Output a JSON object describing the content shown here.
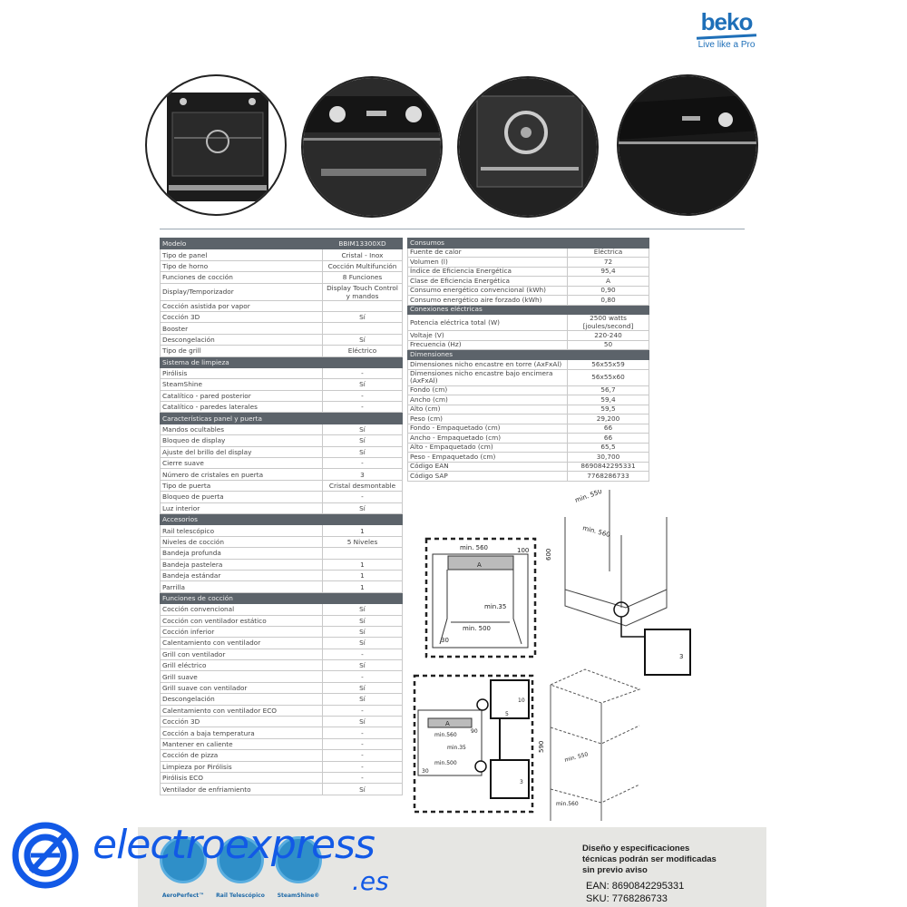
{
  "brand": {
    "name": "beko",
    "tagline": "Live like a Pro",
    "color": "#1e6fb8"
  },
  "left_table": [
    {
      "header": true,
      "label": "Modelo",
      "value": "BBIM13300XD"
    },
    {
      "label": "Tipo de panel",
      "value": "Cristal - Inox"
    },
    {
      "label": "Tipo de horno",
      "value": "Cocción Multifunción"
    },
    {
      "label": "Funciones de cocción",
      "value": "8 Funciones"
    },
    {
      "label": "Display/Temporizador",
      "value": "Display Touch Control y mandos"
    },
    {
      "label": "Cocción asistida por vapor",
      "value": ""
    },
    {
      "label": "Cocción 3D",
      "value": "Sí"
    },
    {
      "label": "Booster",
      "value": ""
    },
    {
      "label": "Descongelación",
      "value": "Sí"
    },
    {
      "label": "Tipo de grill",
      "value": "Eléctrico"
    },
    {
      "header": true,
      "label": "Sistema de limpieza",
      "value": ""
    },
    {
      "label": "Pirólisis",
      "value": "-"
    },
    {
      "label": "SteamShine",
      "value": "Sí"
    },
    {
      "label": "Catalítico - pared posterior",
      "value": "-"
    },
    {
      "label": "Catalítico - paredes laterales",
      "value": "-"
    },
    {
      "header": true,
      "label": "Características panel y puerta",
      "value": ""
    },
    {
      "label": "Mandos ocultables",
      "value": "Sí"
    },
    {
      "label": "Bloqueo de display",
      "value": "Sí"
    },
    {
      "label": "Ajuste del brillo del display",
      "value": "Sí"
    },
    {
      "label": "Cierre suave",
      "value": "-"
    },
    {
      "label": "Número de cristales en puerta",
      "value": "3"
    },
    {
      "label": "Tipo de puerta",
      "value": "Cristal desmontable"
    },
    {
      "label": "Bloqueo de puerta",
      "value": "-"
    },
    {
      "label": "Luz interior",
      "value": "Sí"
    },
    {
      "header": true,
      "label": "Accesorios",
      "value": ""
    },
    {
      "label": "Rail telescópico",
      "value": "1"
    },
    {
      "label": "Niveles de cocción",
      "value": "5 Niveles"
    },
    {
      "label": "Bandeja profunda",
      "value": ""
    },
    {
      "label": "Bandeja pastelera",
      "value": "1"
    },
    {
      "label": "Bandeja estándar",
      "value": "1"
    },
    {
      "label": "Parrilla",
      "value": "1"
    },
    {
      "header": true,
      "label": "Funciones de cocción",
      "value": ""
    },
    {
      "label": "Cocción convencional",
      "value": "Sí"
    },
    {
      "label": "Cocción con ventilador estático",
      "value": "Sí"
    },
    {
      "label": "Cocción inferior",
      "value": "Sí"
    },
    {
      "label": "Calentamiento con ventilador",
      "value": "Sí"
    },
    {
      "label": "Grill con ventilador",
      "value": "-"
    },
    {
      "label": "Grill eléctrico",
      "value": "Sí"
    },
    {
      "label": "Grill suave",
      "value": "-"
    },
    {
      "label": "Grill suave con ventilador",
      "value": "Sí"
    },
    {
      "label": "Descongelación",
      "value": "Sí"
    },
    {
      "label": "Calentamiento con ventilador ECO",
      "value": "-"
    },
    {
      "label": "Cocción 3D",
      "value": "Sí"
    },
    {
      "label": "Cocción a baja temperatura",
      "value": "-"
    },
    {
      "label": "Mantener en caliente",
      "value": "-"
    },
    {
      "label": "Cocción de pizza",
      "value": "-"
    },
    {
      "label": "Limpieza por Pirólisis",
      "value": "-"
    },
    {
      "label": "Pirólisis ECO",
      "value": "-"
    },
    {
      "label": "Ventilador de enfriamiento",
      "value": "Sí"
    }
  ],
  "right_table": [
    {
      "header": true,
      "label": "Consumos",
      "value": ""
    },
    {
      "label": "Fuente de calor",
      "value": "Eléctrica"
    },
    {
      "label": "Volumen (l)",
      "value": "72"
    },
    {
      "label": "Índice de Eficiencia Energética",
      "value": "95,4"
    },
    {
      "label": "Clase de Eficiencia Energética",
      "value": "A"
    },
    {
      "label": "Consumo energético convencional (kWh)",
      "value": "0,90"
    },
    {
      "label": "Consumo energético aire forzado (kWh)",
      "value": "0,80"
    },
    {
      "header": true,
      "label": "Conexiones eléctricas",
      "value": ""
    },
    {
      "label": "Potencia eléctrica total (W)",
      "value": "2500 watts [joules/second]"
    },
    {
      "label": "Voltaje (V)",
      "value": "220-240"
    },
    {
      "label": "Frecuencia (Hz)",
      "value": "50"
    },
    {
      "header": true,
      "label": "Dimensiones",
      "value": ""
    },
    {
      "label": "Dimensiones nicho encastre en torre (AxFxAl)",
      "value": "56x55x59"
    },
    {
      "label": "Dimensiones nicho encastre bajo encimera (AxFxAl)",
      "value": "56x55x60"
    },
    {
      "label": "Fondo (cm)",
      "value": "56,7"
    },
    {
      "label": "Ancho (cm)",
      "value": "59,4"
    },
    {
      "label": "Alto (cm)",
      "value": "59,5"
    },
    {
      "label": "Peso (cm)",
      "value": "29,200"
    },
    {
      "label": "Fondo - Empaquetado (cm)",
      "value": "66"
    },
    {
      "label": "Ancho - Empaquetado (cm)",
      "value": "66"
    },
    {
      "label": "Alto - Empaquetado (cm)",
      "value": "65,5"
    },
    {
      "label": "Peso - Empaquetado (cm)",
      "value": "30,700"
    },
    {
      "label": "Código EAN",
      "value": "8690842295331"
    },
    {
      "label": "Código SAP",
      "value": "7768286733"
    }
  ],
  "diagrams": {
    "under_counter": {
      "min_560": "min. 560",
      "d100": "100",
      "A": "A",
      "min_35": "min.35",
      "min_500": "min. 500",
      "d30": "30",
      "min_550": "min. 550",
      "min_560b": "min. 560",
      "d600": "600",
      "d3": "3"
    },
    "tower": {
      "A": "A",
      "min_560": "min.560",
      "d90": "90",
      "min_35": "min.35",
      "min_500": "min.500",
      "d30": "30",
      "d10": "10",
      "d5": "5",
      "d3": "3",
      "d590": "590",
      "min_550": "min. 550"
    }
  },
  "footer": {
    "features": [
      "AeroPerfect™",
      "Rail Telescópico",
      "SteamShine®"
    ],
    "note": [
      "Diseño y especificaciones",
      "técnicas podrán ser modificadas",
      "sin previo aviso"
    ],
    "ean": "EAN: 8690842295331",
    "sku": "SKU: 7768286733"
  },
  "watermark": {
    "text": "electroexpress",
    ".es": ".es",
    "color": "#1259e6"
  }
}
